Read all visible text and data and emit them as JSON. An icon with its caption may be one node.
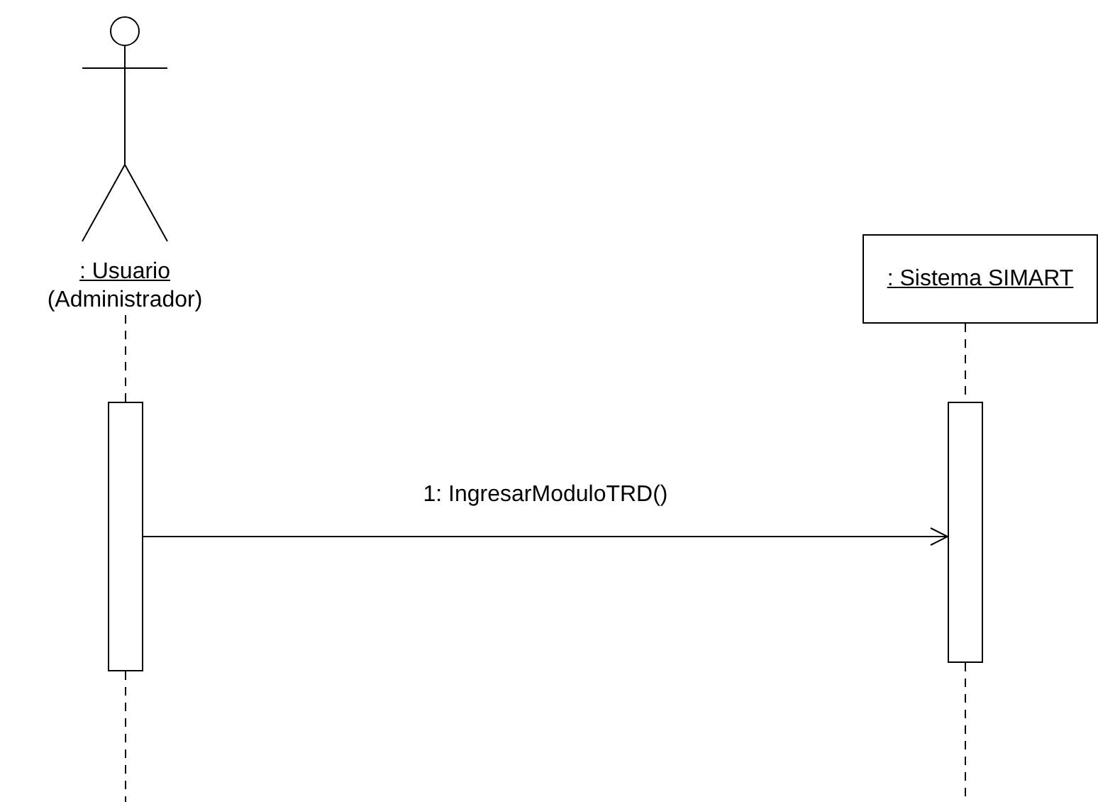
{
  "diagram": {
    "nodes": [
      {
        "text": [
          ": Usuario",
          "(Administrador)"
        ]
      },
      {
        "text": [
          ": Sistema SIMART"
        ]
      },
      {
        "text": [],
        "shape": "bar"
      },
      {
        "text": [],
        "shape": "bar"
      }
    ],
    "edges": [
      {
        "from": 0,
        "to": 2,
        "arrow": "none",
        "style": "dashed"
      },
      {
        "from": 2,
        "to": null,
        "arrow": "none",
        "style": "dashed"
      },
      {
        "from": 1,
        "to": 3,
        "arrow": "none",
        "style": "dashed"
      },
      {
        "from": 3,
        "to": null,
        "arrow": "none",
        "style": "dashed"
      },
      {
        "from": 2,
        "to": 3,
        "arrow": "to",
        "label": "1: IngresarModuloTRD()"
      }
    ]
  }
}
